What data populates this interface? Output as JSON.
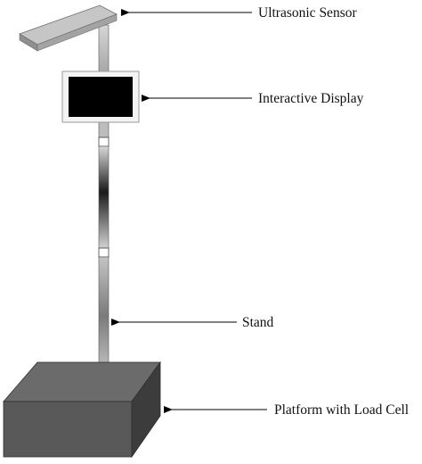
{
  "labels": {
    "ultrasonic_sensor": "Ultrasonic Sensor",
    "interactive_display": "Interactive Display",
    "stand": "Stand",
    "platform": "Platform with Load Cell"
  },
  "colors": {
    "sensor_top": "#c8c8c8",
    "sensor_side": "#8e8e8e",
    "display_screen": "#000000",
    "display_frame": "#f2f2f2",
    "pole_light": "#cfcfcf",
    "pole_dark": "#222222",
    "platform_top": "#6a6a6a",
    "platform_front": "#5a5a5a",
    "platform_side": "#3e3e3e",
    "arrow": "#000000"
  }
}
